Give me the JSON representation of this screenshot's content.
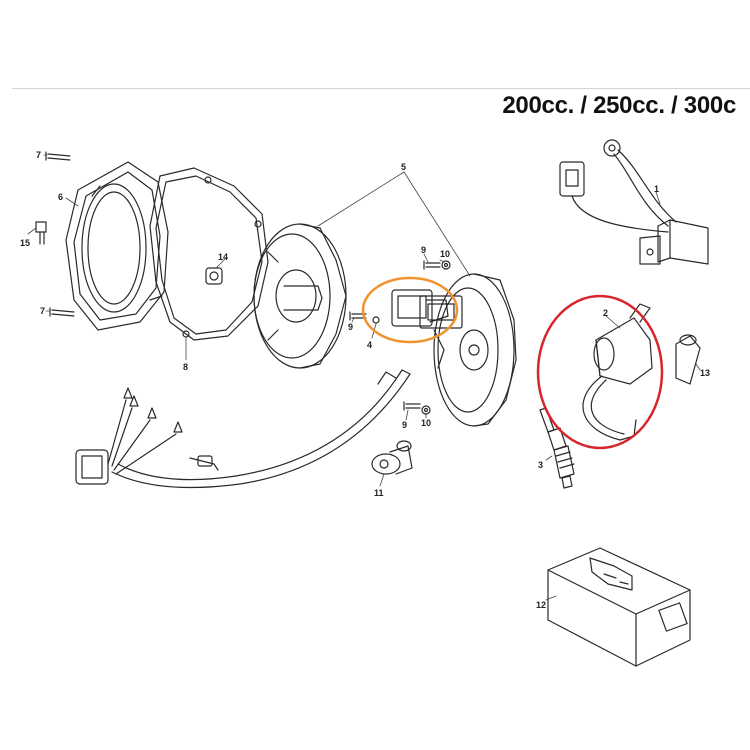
{
  "header": {
    "title": "200cc. / 250cc. / 300c"
  },
  "callouts": [
    {
      "name": "callout-7-top",
      "label": "7"
    },
    {
      "name": "callout-6",
      "label": "6"
    },
    {
      "name": "callout-15",
      "label": "15"
    },
    {
      "name": "callout-7-bottom",
      "label": "7"
    },
    {
      "name": "callout-14",
      "label": "14"
    },
    {
      "name": "callout-8",
      "label": "8"
    },
    {
      "name": "callout-5",
      "label": "5"
    },
    {
      "name": "callout-9-top",
      "label": "9"
    },
    {
      "name": "callout-10-top",
      "label": "10"
    },
    {
      "name": "callout-9-mid",
      "label": "9"
    },
    {
      "name": "callout-4",
      "label": "4"
    },
    {
      "name": "callout-9-bottom",
      "label": "9"
    },
    {
      "name": "callout-10-bottom",
      "label": "10"
    },
    {
      "name": "callout-11",
      "label": "11"
    },
    {
      "name": "callout-1",
      "label": "1"
    },
    {
      "name": "callout-2",
      "label": "2"
    },
    {
      "name": "callout-13",
      "label": "13"
    },
    {
      "name": "callout-3",
      "label": "3"
    },
    {
      "name": "callout-12",
      "label": "12"
    }
  ],
  "highlights": {
    "orange": "#f0922e",
    "red": "#d6262b"
  },
  "colors": {
    "line": "#2a2a2a",
    "background": "#ffffff"
  }
}
